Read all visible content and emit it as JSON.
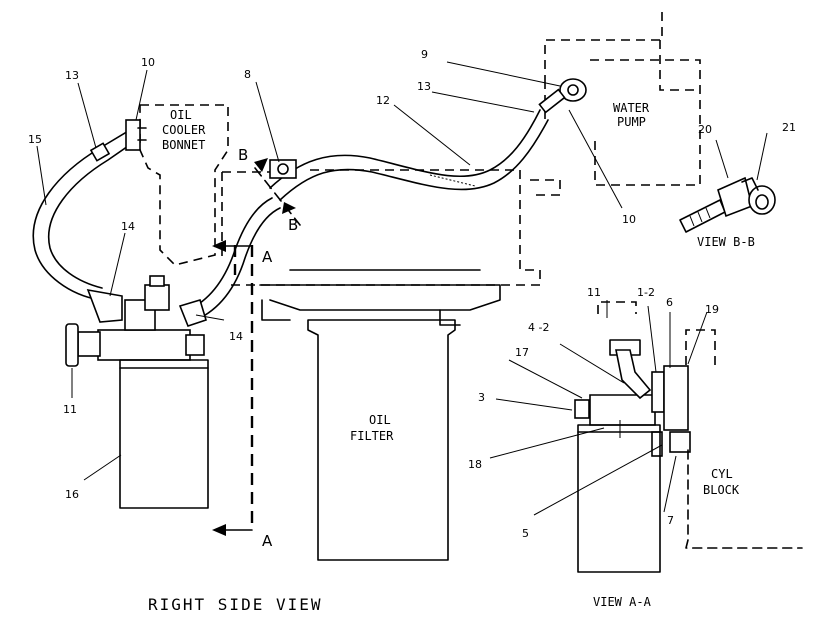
{
  "title": "RIGHT SIDE VIEW",
  "views": {
    "view_aa": "VIEW A-A",
    "view_bb": "VIEW B-B"
  },
  "components": {
    "oil_cooler_line1": "OIL",
    "oil_cooler_line2": "COOLER",
    "oil_cooler_line3": "BONNET",
    "water_pump_line1": "WATER",
    "water_pump_line2": "PUMP",
    "oil_filter_line1": "OIL",
    "oil_filter_line2": "FILTER",
    "cyl_block_line1": "CYL",
    "cyl_block_line2": "BLOCK"
  },
  "section_markers": {
    "a_top": "A",
    "a_bottom": "A",
    "b_top": "B",
    "b_bottom": "B"
  },
  "callouts": {
    "c9": "9",
    "c13_top": "13",
    "c12": "12",
    "c8": "8",
    "c10_left": "10",
    "c13_left": "13",
    "c15": "15",
    "c14_left": "14",
    "c14_right": "14",
    "c11_left": "11",
    "c16": "16",
    "c10_right": "10",
    "c20": "20",
    "c21": "21",
    "c11_aa": "11",
    "c1_2": "1-2",
    "c4_2": "4 -2",
    "c6": "6",
    "c19": "19",
    "c17": "17",
    "c3": "3",
    "c18": "18",
    "c5": "5",
    "c7": "7"
  }
}
